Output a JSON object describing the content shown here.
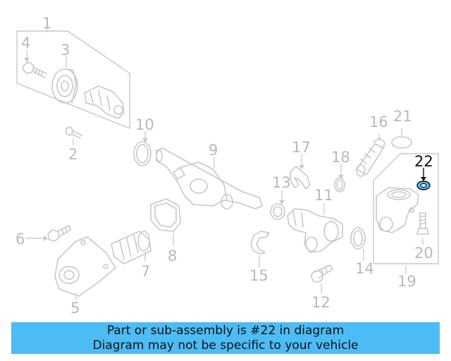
{
  "labels": {
    "n1": "1",
    "n2": "2",
    "n3": "3",
    "n4": "4",
    "n5": "5",
    "n6": "6",
    "n7": "7",
    "n8": "8",
    "n9": "9",
    "n10": "10",
    "n11": "11",
    "n12": "12",
    "n13": "13",
    "n14": "14",
    "n15": "15",
    "n16": "16",
    "n17": "17",
    "n18": "18",
    "n19": "19",
    "n20": "20",
    "n21": "21",
    "n22": "22"
  },
  "highlight": {
    "part_number": "22",
    "color": "#4dbcf5"
  },
  "banner": {
    "line1": "Part or sub-assembly is #22 in diagram",
    "line2": "Diagram may not be specific to your vehicle",
    "background": "#4dbcf5"
  }
}
